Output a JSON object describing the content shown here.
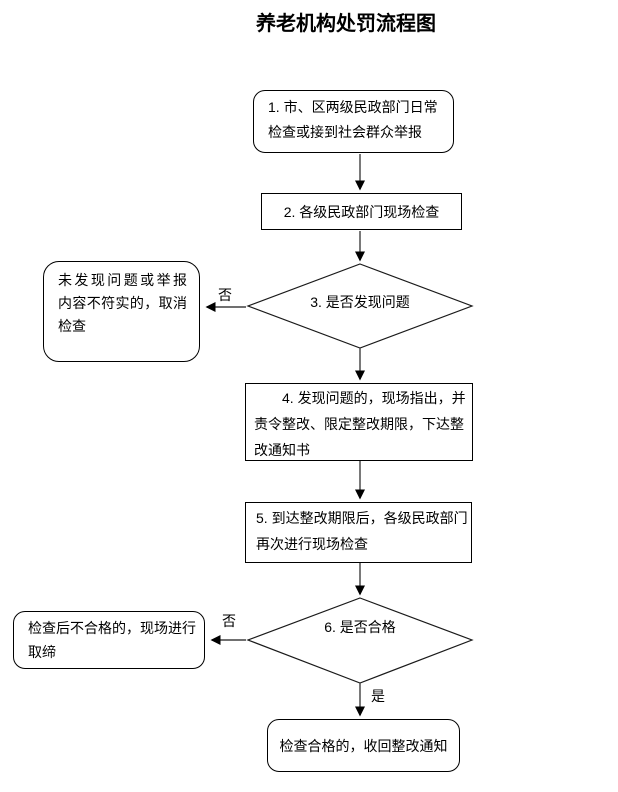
{
  "page": {
    "title": "养老机构处罚流程图"
  },
  "nodes": {
    "report": {
      "lines": [
        "1. 市、区两级民政部门日常",
        "检查或接到社会群众举报"
      ]
    },
    "site_check": {
      "label": "2. 各级民政部门现场检查"
    },
    "decision_problem": {
      "label": "3. 是否发现问题"
    },
    "cancel_check": {
      "lines": [
        "未发现问题或举报",
        "内容不符实的，取消",
        "检查"
      ]
    },
    "rectify_notice": {
      "lines": [
        "4. 发现问题的，现场指出，并",
        "责令整改、限定整改期限，下达整",
        "改通知书"
      ]
    },
    "recheck": {
      "lines": [
        "5. 到达整改期限后，各级民政部门",
        "再次进行现场检查"
      ]
    },
    "decision_pass": {
      "label": "6. 是否合格"
    },
    "ban": {
      "lines": [
        "检查后不合格的，现场进行",
        "取缔"
      ]
    },
    "withdraw_notice": {
      "label": "检查合格的，收回整改通知"
    }
  },
  "edge_labels": {
    "decision_problem_no": "否",
    "decision_pass_no": "否",
    "decision_pass_yes": "是"
  },
  "colors": {
    "background": "#ffffff",
    "text": "#000000",
    "box_border": "#000000",
    "connector_line": "#404040",
    "arrowhead": "#000000"
  }
}
